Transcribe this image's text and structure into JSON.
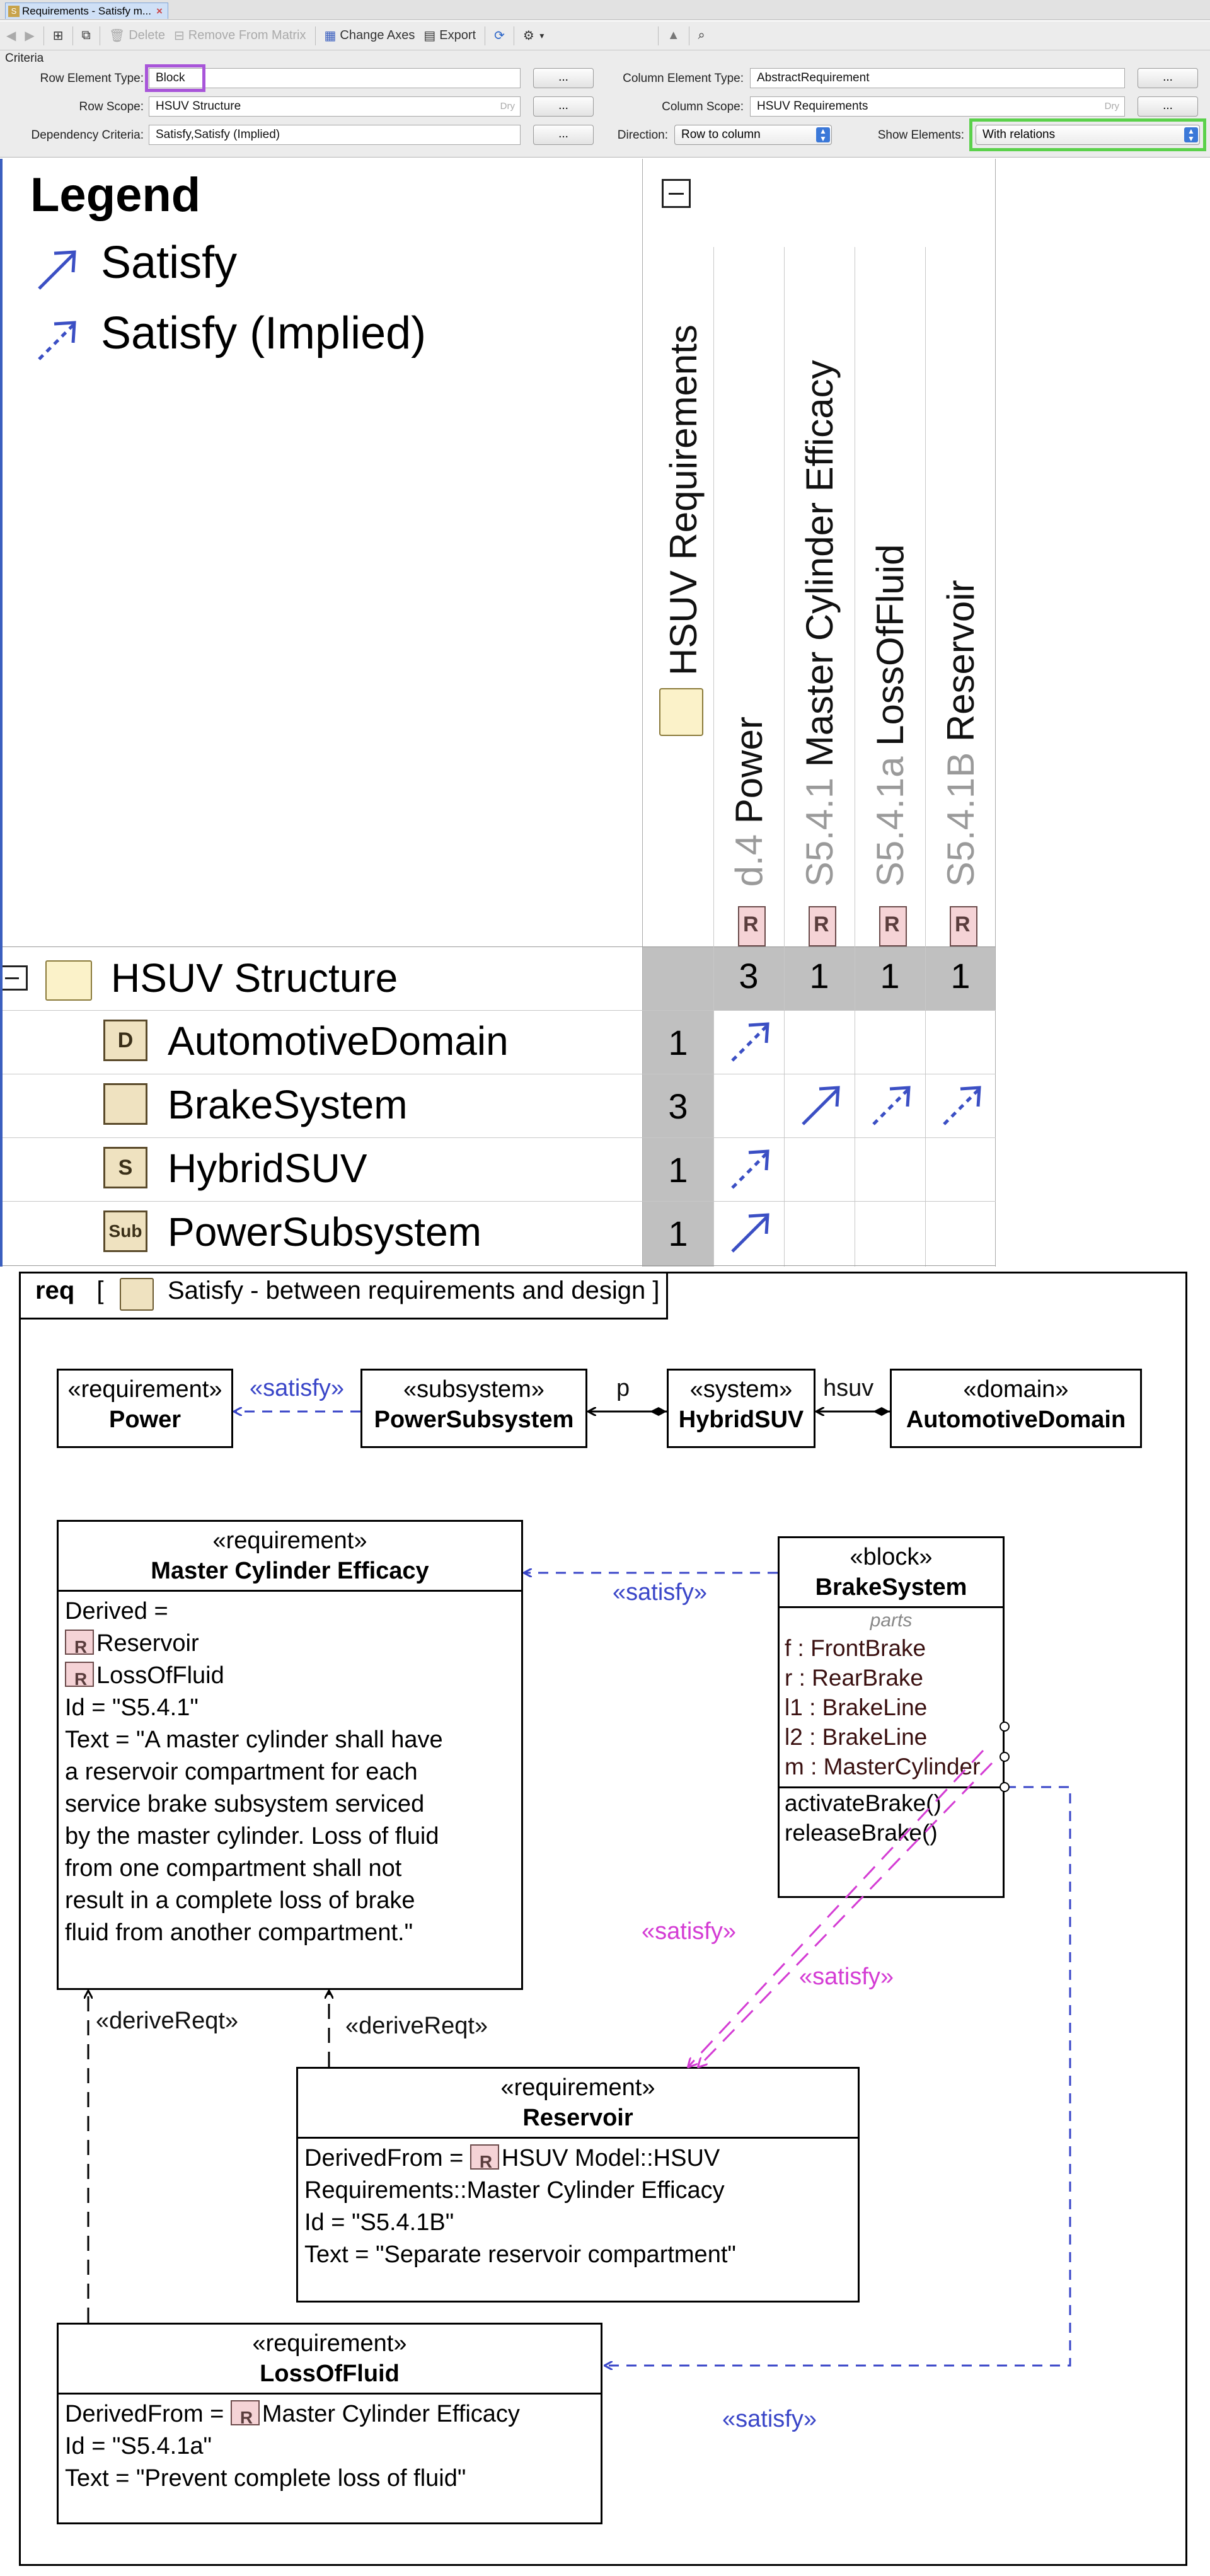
{
  "window": {
    "tab_title": "Requirements - Satisfy m...",
    "tab_icon": "S"
  },
  "toolbar": {
    "delete_label": "Delete",
    "remove_label": "Remove From Matrix",
    "change_axes_label": "Change Axes",
    "export_label": "Export"
  },
  "criteria": {
    "section_label": "Criteria",
    "row_element_type_label": "Row Element Type:",
    "row_element_type_value": "Block",
    "row_scope_label": "Row Scope:",
    "row_scope_value": "HSUV Structure",
    "dependency_criteria_label": "Dependency Criteria:",
    "dependency_criteria_value": "Satisfy,Satisfy (Implied)",
    "column_element_type_label": "Column Element Type:",
    "column_element_type_value": "AbstractRequirement",
    "column_scope_label": "Column Scope:",
    "column_scope_value": "HSUV Requirements",
    "direction_label": "Direction:",
    "direction_value": "Row to column",
    "show_elements_label": "Show Elements:",
    "show_elements_value": "With relations",
    "dots_label": "...",
    "hint_text": "Dry",
    "highlight_row_type": "#a855d9",
    "highlight_show_elements": "#5bd14b"
  },
  "legend": {
    "title": "Legend",
    "items": [
      {
        "label": "Satisfy",
        "style": "solid"
      },
      {
        "label": "Satisfy (Implied)",
        "style": "dashed"
      }
    ],
    "arrow_color": "#3b4fc4"
  },
  "matrix": {
    "column_group": "HSUV Requirements",
    "columns": [
      {
        "id": "d.4",
        "name": "Power"
      },
      {
        "id": "S5.4.1",
        "name": "Master Cylinder Efficacy"
      },
      {
        "id": "S5.4.1a",
        "name": "LossOfFluid"
      },
      {
        "id": "S5.4.1B",
        "name": "Reservoir"
      }
    ],
    "column_totals": [
      "3",
      "1",
      "1",
      "1"
    ],
    "row_group": "HSUV Structure",
    "rows": [
      {
        "icon": "D",
        "name": "AutomotiveDomain",
        "count": "1",
        "cells": [
          "implied",
          "",
          "",
          ""
        ]
      },
      {
        "icon": "",
        "name": "BrakeSystem",
        "count": "3",
        "cells": [
          "",
          "satisfy",
          "implied",
          "implied"
        ]
      },
      {
        "icon": "S",
        "name": "HybridSUV",
        "count": "1",
        "cells": [
          "implied",
          "",
          "",
          ""
        ]
      },
      {
        "icon": "Sub",
        "name": "PowerSubsystem",
        "count": "1",
        "cells": [
          "satisfy",
          "",
          "",
          ""
        ]
      }
    ]
  },
  "diagram": {
    "frame_keyword": "req",
    "frame_title": "Satisfy - between requirements and design ]",
    "frame_bracket": "[",
    "power": {
      "stereotype": "«requirement»",
      "name": "Power"
    },
    "power_subsystem": {
      "stereotype": "«subsystem»",
      "name": "PowerSubsystem"
    },
    "hybrid_suv": {
      "stereotype": "«system»",
      "name": "HybridSUV"
    },
    "automotive_domain": {
      "stereotype": "«domain»",
      "name": "AutomotiveDomain"
    },
    "role_p": "p",
    "role_hsuv": "hsuv",
    "satisfy_label": "«satisfy»",
    "derive_label": "«deriveReqt»",
    "mce": {
      "stereotype": "«requirement»",
      "name": "Master Cylinder Efficacy",
      "derived_label": "Derived =",
      "derived_items": [
        "Reservoir",
        "LossOfFluid"
      ],
      "id_line": "Id = \"S5.4.1\"",
      "text_lines": [
        "Text = \"A master cylinder shall have",
        "a reservoir compartment for each",
        "service brake subsystem serviced",
        "by the master cylinder. Loss of fluid",
        "from one compartment shall not",
        "result in a complete loss of brake",
        "fluid from another compartment.\""
      ]
    },
    "brake_system": {
      "stereotype": "«block»",
      "name": "BrakeSystem",
      "parts_label": "parts",
      "parts": [
        "f : FrontBrake",
        "r : RearBrake",
        "l1 : BrakeLine",
        "l2 : BrakeLine",
        "m : MasterCylinder"
      ],
      "operations": [
        "activateBrake()",
        "releaseBrake()"
      ]
    },
    "reservoir": {
      "stereotype": "«requirement»",
      "name": "Reservoir",
      "derived_from_label": "DerivedFrom =",
      "derived_from_line1": "HSUV Model::HSUV",
      "derived_from_line2": "Requirements::Master Cylinder Efficacy",
      "id_line": "Id = \"S5.4.1B\"",
      "text_line": "Text = \"Separate reservoir compartment\""
    },
    "loss_of_fluid": {
      "stereotype": "«requirement»",
      "name": "LossOfFluid",
      "derived_from_label": "DerivedFrom =",
      "derived_from_value": "Master Cylinder Efficacy",
      "id_line": "Id = \"S5.4.1a\"",
      "text_line": "Text = \"Prevent complete loss of fluid\""
    },
    "colors": {
      "satisfy_blue": "#3a46c8",
      "satisfy_magenta": "#d43cd4"
    }
  }
}
